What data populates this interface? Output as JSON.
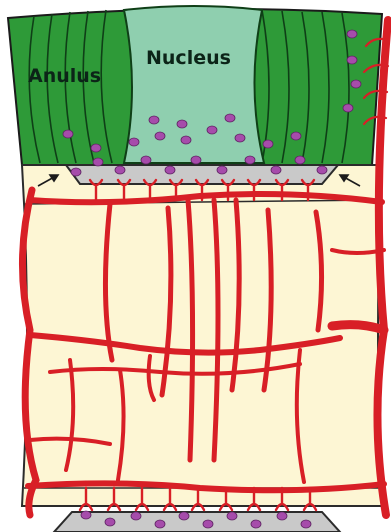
{
  "labels": {
    "anulus": "Anulus",
    "nucleus": "Nucleus"
  },
  "colors": {
    "anulus_green": "#2e9a38",
    "anulus_line": "#0f3f17",
    "nucleus_fill": "#8fcfaf",
    "bone_fill": "#fdf6d4",
    "vessel_red": "#d81f26",
    "cell_purple": "#a64cab",
    "endplate_gray": "#c9c9c9",
    "outline": "#2b2b2b"
  },
  "icons": [
    "intervertebral-disc",
    "vertebral-body",
    "blood-vessel",
    "cartilage-endplate",
    "cell"
  ]
}
